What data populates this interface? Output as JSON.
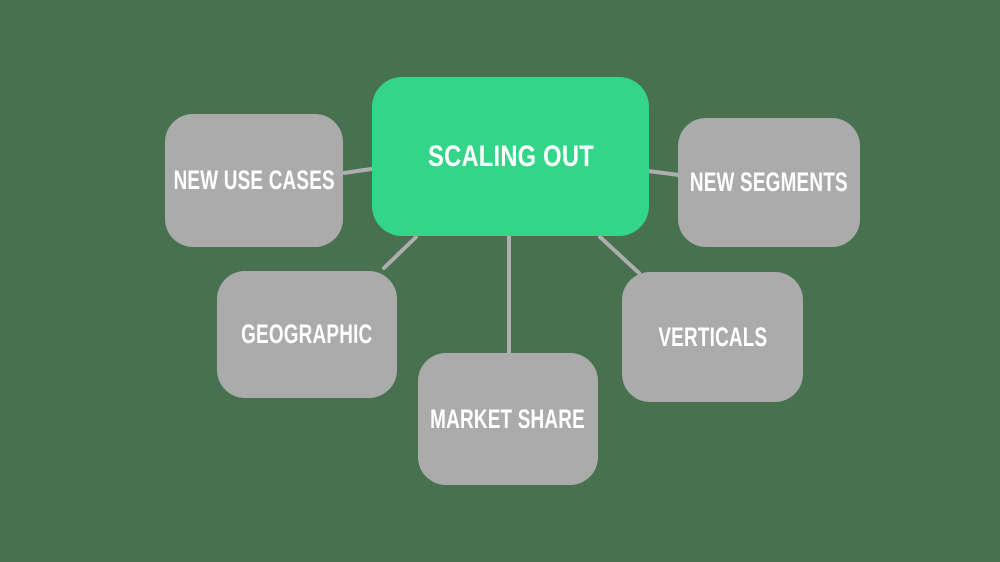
{
  "diagram": {
    "type": "mind-map",
    "center": {
      "label": "SCALING OUT"
    },
    "nodes": [
      {
        "id": "new-use-cases",
        "label": "NEW USE CASES"
      },
      {
        "id": "new-segments",
        "label": "NEW SEGMENTS"
      },
      {
        "id": "geographic",
        "label": "GEOGRAPHIC"
      },
      {
        "id": "market-share",
        "label": "MARKET SHARE"
      },
      {
        "id": "verticals",
        "label": "VERTICALS"
      }
    ],
    "connections": [
      {
        "from": "SCALING OUT",
        "to": "NEW USE CASES"
      },
      {
        "from": "SCALING OUT",
        "to": "NEW SEGMENTS"
      },
      {
        "from": "SCALING OUT",
        "to": "GEOGRAPHIC"
      },
      {
        "from": "SCALING OUT",
        "to": "MARKET SHARE"
      },
      {
        "from": "SCALING OUT",
        "to": "VERTICALS"
      }
    ],
    "colors": {
      "background": "#48714f",
      "center_node": "#33d589",
      "satellite_node": "#ababab",
      "connector_line": "#aeaeae",
      "label_text": "#ffffff"
    }
  }
}
